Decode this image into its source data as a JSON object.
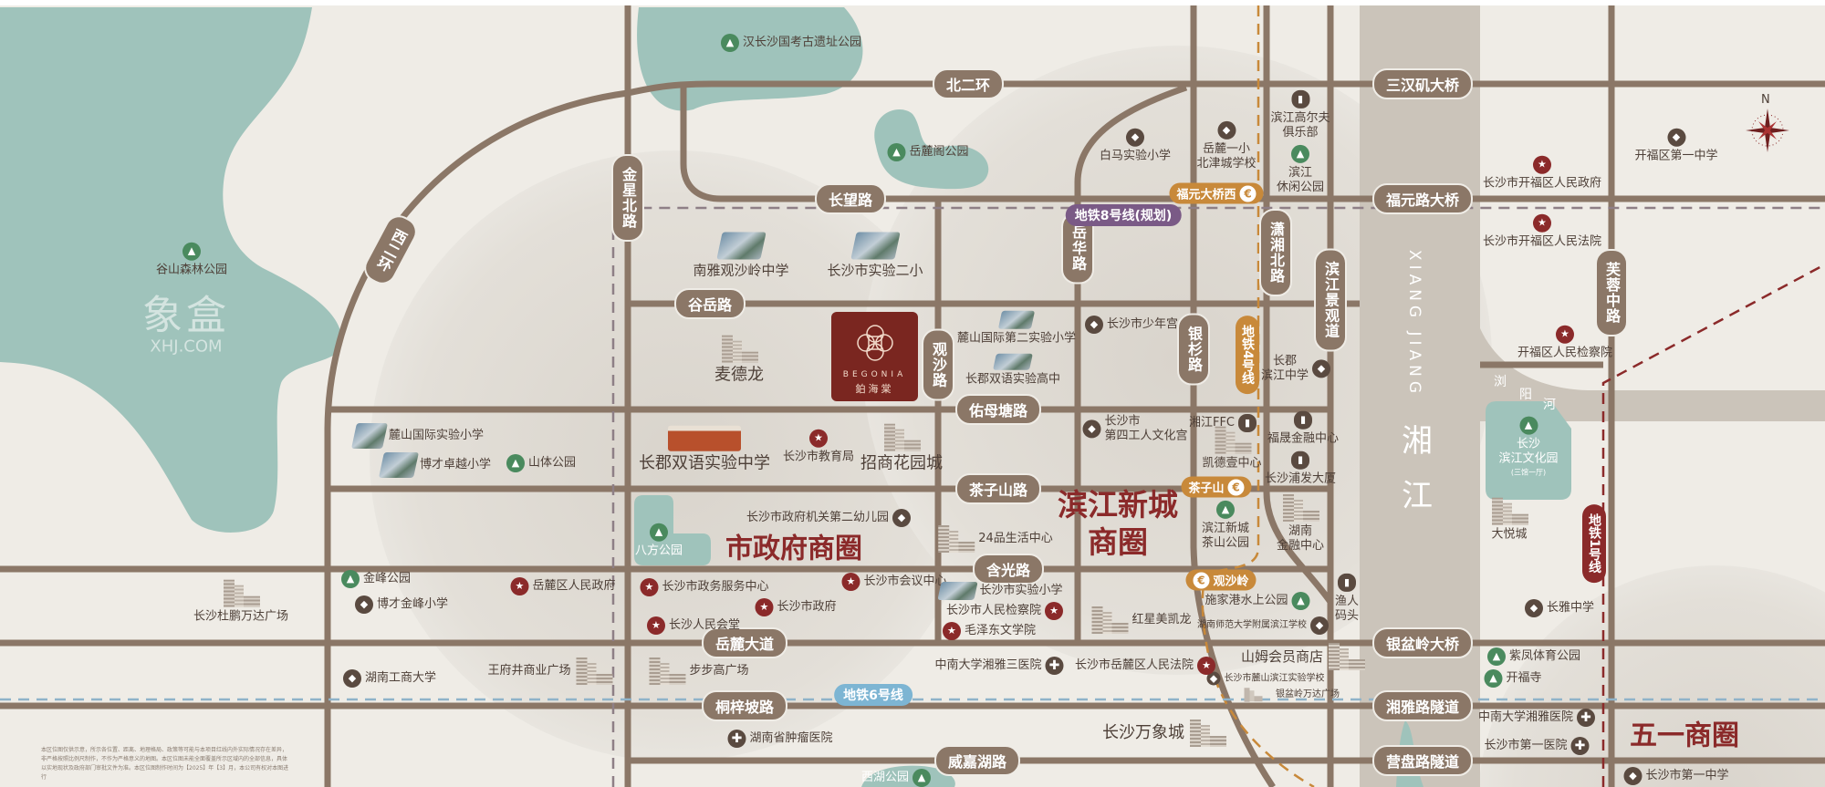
{
  "roads": {
    "bei_er_huan": "北二环",
    "chang_wang": "长望路",
    "gu_yue": "谷岳路",
    "you_mu_tang": "佑母塘路",
    "cha_zi_shan": "茶子山路",
    "han_guang": "含光路",
    "yue_lu_da_dao": "岳麓大道",
    "tong_zi_po": "桐梓坡路",
    "wei_jia_hu": "威嘉湖路",
    "san_han_ji": "三汉矶大桥",
    "fu_yuan_lu": "福元路大桥",
    "yin_pen_ling": "银盆岭大桥",
    "xiang_ya_tunnel": "湘雅路隧道",
    "ying_pan_tunnel": "营盘路隧道",
    "jin_xing_bei": "金星北路",
    "xi_er_huan": "西二环",
    "yue_hua": "岳华路",
    "guan_sha": "观沙路",
    "yin_shan": "银杉路",
    "xiao_xiang_bei": "潇湘北路",
    "bin_jiang_jing_guan": "滨江景观道",
    "fu_rong_zhong": "芙蓉中路"
  },
  "metro": {
    "line8": "地铁8号线(规划)",
    "line4": "地铁4号线",
    "line1": "地铁1号线",
    "line6": "地铁6号线",
    "colors": {
      "line8": "#7a5a86",
      "line4": "#c8893a",
      "line1": "#8b2a2a",
      "line6": "#7db5d3"
    }
  },
  "stations": [
    "福元大桥西",
    "茶子山",
    "观沙岭"
  ],
  "parks": [
    "谷山森林公园",
    "汉长沙国考古遗址公园",
    "岳麓阁公园",
    "山体公园",
    "八方公园",
    "金峰公园",
    "滨江\n休闲公园",
    "滨江新城\n茶山公园",
    "施家港水上公园",
    "长沙\n滨江文化园",
    "紫凤体育公园",
    "开福寺",
    "西湖公园"
  ],
  "park_note": "(三馆一厅)",
  "schools": [
    "白马实验小学",
    "岳麓一小\n北津城学校",
    "长沙市少年宫",
    "长沙市\n第四工人文化宫",
    "长郡\n滨江中学",
    "长沙市政府机关第二幼儿园",
    "博才金峰小学",
    "湖南工商大学",
    "长雅中学",
    "开福区第一中学",
    "湖南师范大学附属滨江学校",
    "长沙市麓山滨江实验学校",
    "长沙市第一中学"
  ],
  "government": [
    "长沙市开福区人民政府",
    "长沙市开福区人民法院",
    "开福区人民检察院",
    "长沙市教育局",
    "岳麓区人民政府",
    "长沙市政务服务中心",
    "长沙市会议中心",
    "长沙市政府",
    "长沙人民会堂",
    "长沙市人民检察院",
    "毛泽东文学院",
    "长沙市岳麓区人民法院"
  ],
  "hospitals": [
    "中南大学湘雅三医院",
    "湖南省肿瘤医院",
    "中南大学湘雅医院",
    "长沙市第一医院"
  ],
  "commercial": [
    "麦德龙",
    "招商花园城",
    "24品生活中心",
    "红星美凯龙",
    "长沙杜鹏万达广场",
    "王府井商业广场",
    "步步高广场",
    "长沙万象城",
    "凯德壹中心",
    "湖南\n金融中心",
    "大悦城",
    "山姆会员商店",
    "银盆岭万达广场"
  ],
  "offices": [
    "滨江高尔夫\n俱乐部",
    "湘江FFC",
    "福晟金融中心",
    "长沙浦发大厦",
    "渔人\n码头"
  ],
  "photo_schools": [
    "南雅观沙岭中学",
    "长沙市实验二小",
    "麓山国际第二实验小学",
    "长郡双语实验高中",
    "长郡双语实验中学",
    "麓山国际实验小学",
    "博才卓越小学",
    "长沙市实验小学"
  ],
  "districts": [
    "市政府商圈",
    "滨江新城\n商圈",
    "五一商圈"
  ],
  "project": {
    "name_en": "BEGONIA",
    "name_cn": "鉑海棠",
    "color": "#7a2620"
  },
  "river": {
    "name_en": "XIANG JIANG",
    "name_cn": "湘江",
    "tributary": [
      "浏",
      "阳",
      "河"
    ]
  },
  "watermark": {
    "cn": "象盒",
    "en": "XHJ.COM"
  },
  "compass": {
    "north": "N"
  },
  "disclaimer": "本区位图仅供示意，所示各位置、距离、地理格局、政策等可能与本项目红线内外实际情况存在差异，非严格按照比例尺制作，不作为严格意义的地图。本区位图未能全面覆盖所示区域内的全部信息，具体以实地现状及政府部门审批文件为准。本区位图制作时间为【2025】年【3】月，本公司有权对本图进行"
}
